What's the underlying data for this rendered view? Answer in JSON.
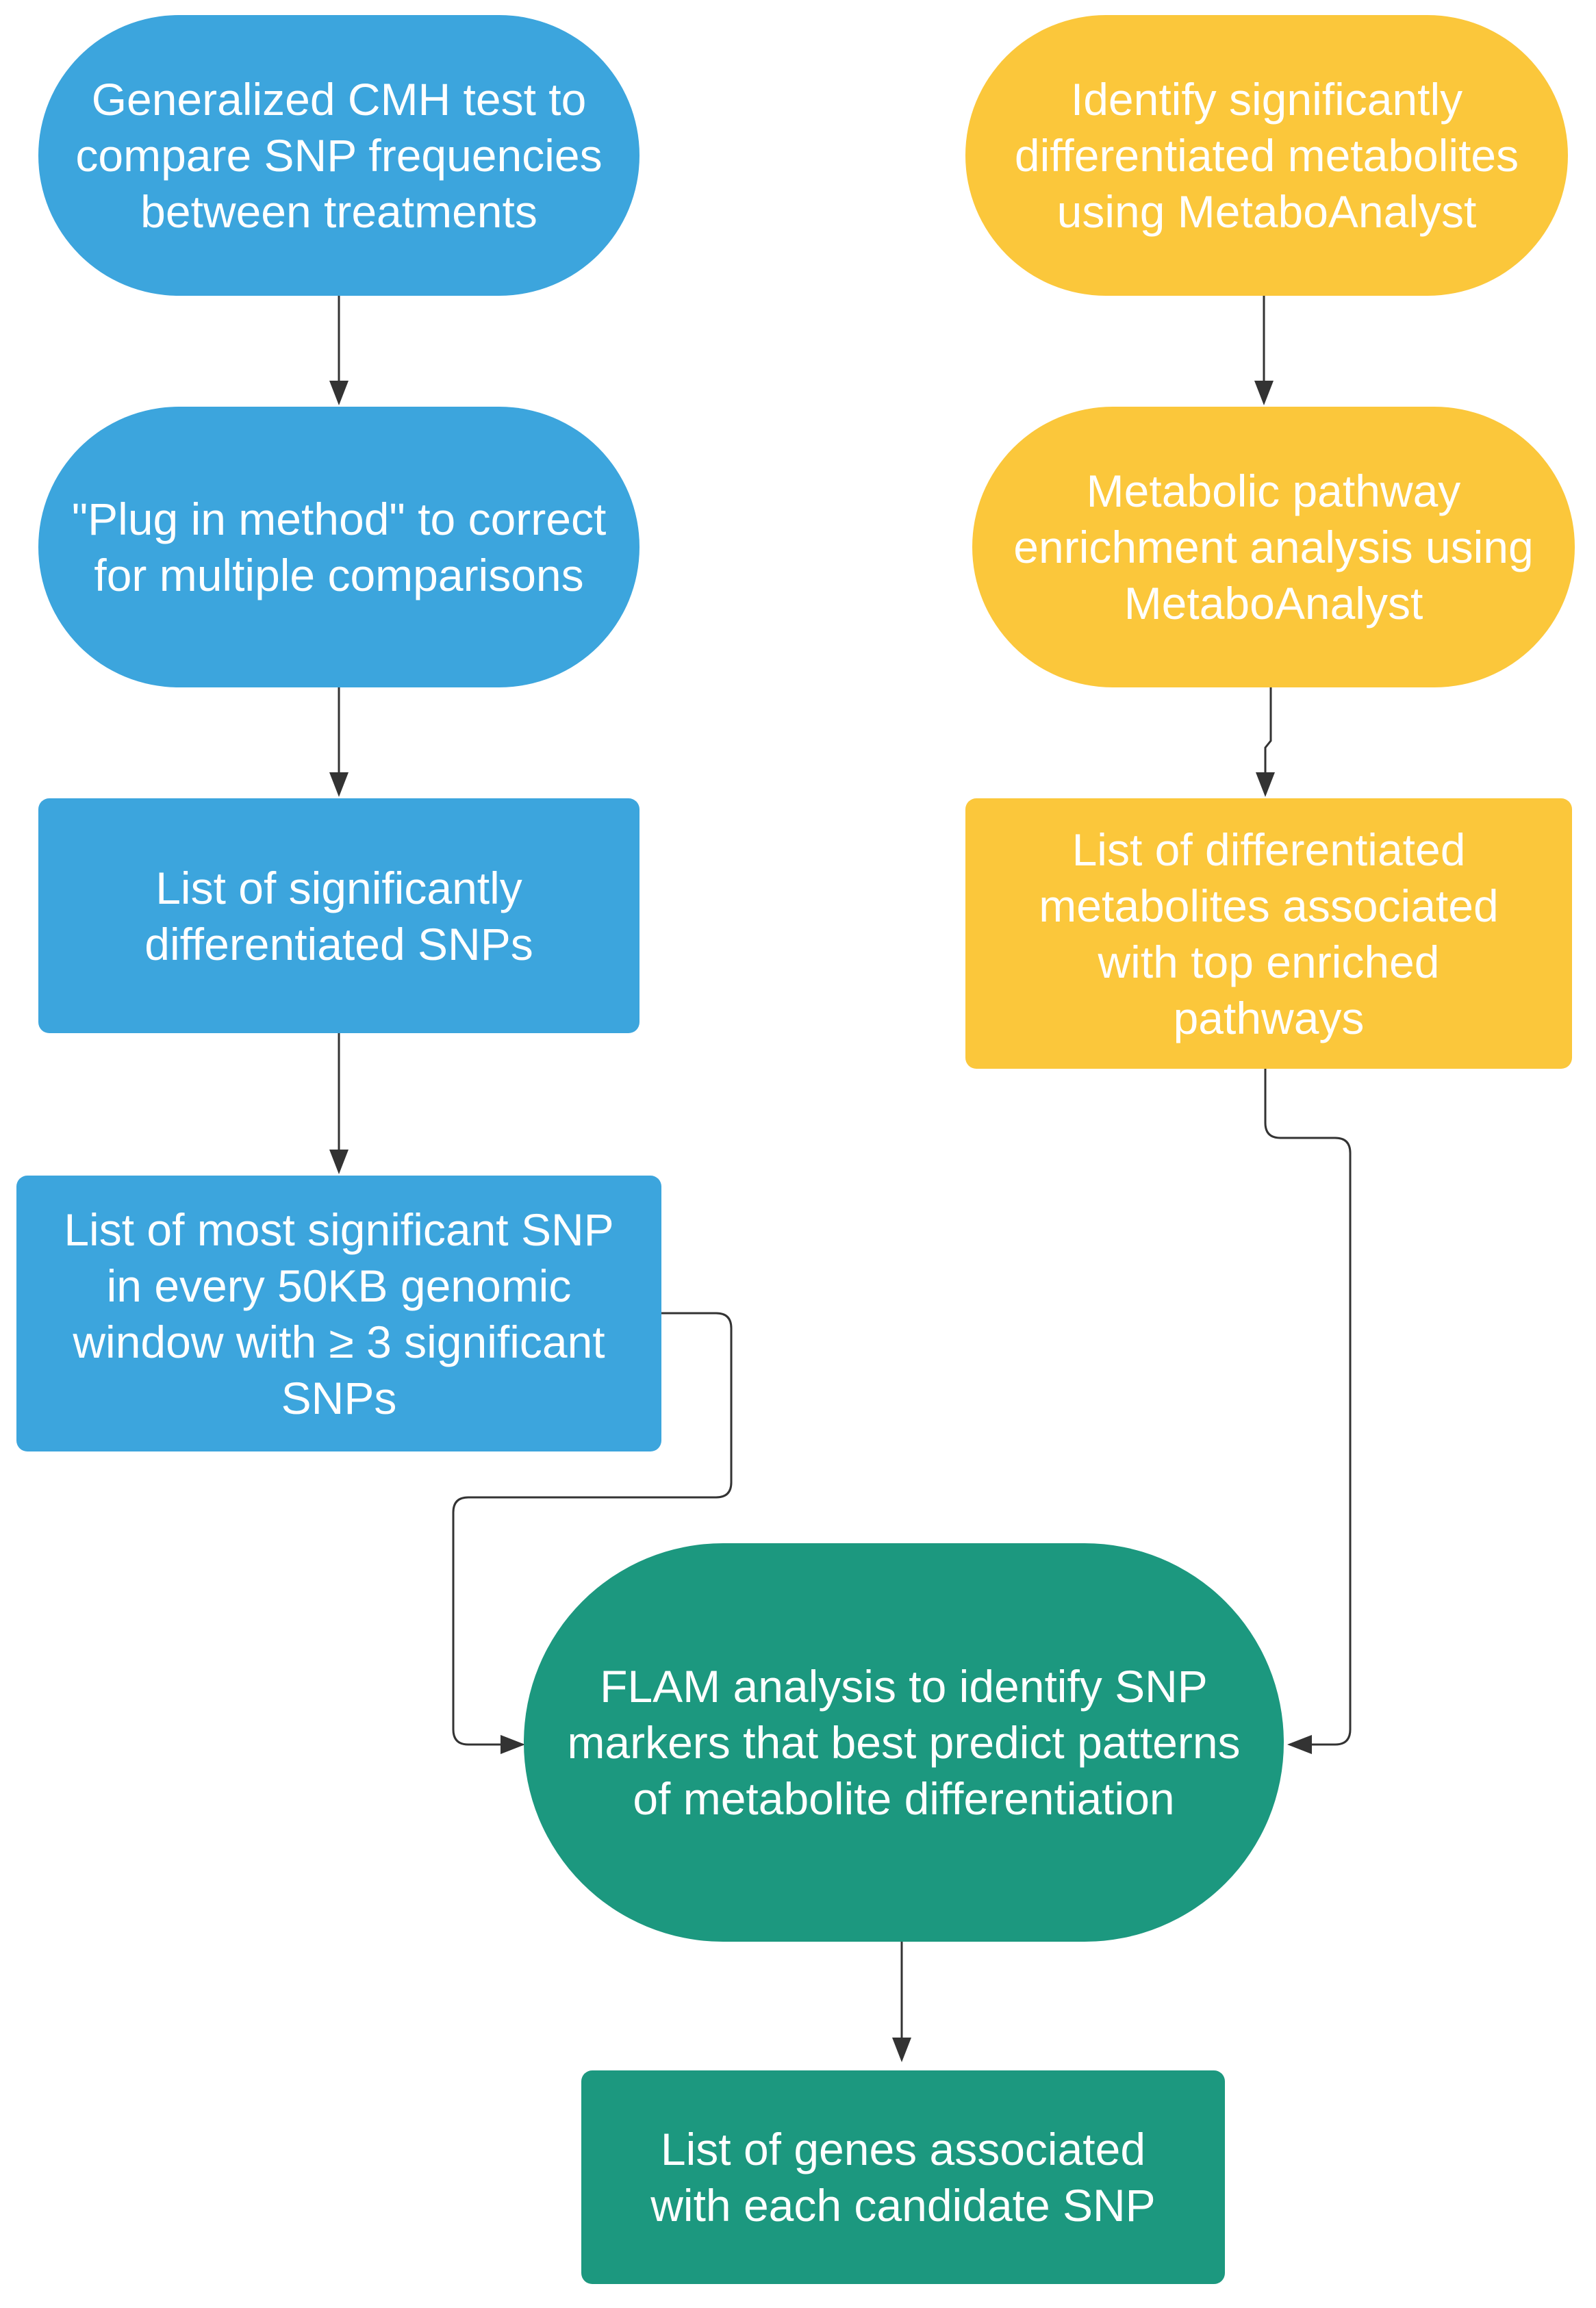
{
  "colors": {
    "blue": "#3ca5dd",
    "yellow": "#fbc73b",
    "green": "#1c987f",
    "connector": "#333333",
    "text": "#ffffff"
  },
  "nodes": {
    "cmh_test": {
      "label": "Generalized CMH test to\ncompare SNP frequencies\nbetween treatments",
      "shape": "pill",
      "color": "blue"
    },
    "plug_in_method": {
      "label": "\"Plug in method\" to correct\nfor multiple comparisons",
      "shape": "pill",
      "color": "blue"
    },
    "significant_snps": {
      "label": "List of significantly\ndifferentiated SNPs",
      "shape": "rectangle",
      "color": "blue"
    },
    "most_significant_snp": {
      "label": "List of most significant SNP\nin every 50KB genomic\nwindow with  ≥ 3 significant\nSNPs",
      "shape": "rectangle",
      "color": "blue"
    },
    "identify_metabolites": {
      "label": "Identify significantly\ndifferentiated metabolites\nusing MetaboAnalyst",
      "shape": "pill",
      "color": "yellow"
    },
    "pathway_enrichment": {
      "label": "Metabolic pathway\nenrichment analysis using\nMetaboAnalyst",
      "shape": "pill",
      "color": "yellow"
    },
    "enriched_metabolites": {
      "label": "List of differentiated\nmetabolites associated\nwith top enriched\npathways",
      "shape": "rectangle",
      "color": "yellow"
    },
    "flam_analysis": {
      "label": "FLAM analysis to identify SNP\nmarkers that best predict patterns\nof metabolite differentiation",
      "shape": "pill",
      "color": "green"
    },
    "candidate_genes": {
      "label": "List of genes associated\nwith each candidate SNP",
      "shape": "rectangle",
      "color": "green"
    }
  },
  "edges": [
    {
      "from": "cmh_test",
      "to": "plug_in_method"
    },
    {
      "from": "plug_in_method",
      "to": "significant_snps"
    },
    {
      "from": "significant_snps",
      "to": "most_significant_snp"
    },
    {
      "from": "most_significant_snp",
      "to": "flam_analysis"
    },
    {
      "from": "identify_metabolites",
      "to": "pathway_enrichment"
    },
    {
      "from": "pathway_enrichment",
      "to": "enriched_metabolites"
    },
    {
      "from": "enriched_metabolites",
      "to": "flam_analysis"
    },
    {
      "from": "flam_analysis",
      "to": "candidate_genes"
    }
  ]
}
